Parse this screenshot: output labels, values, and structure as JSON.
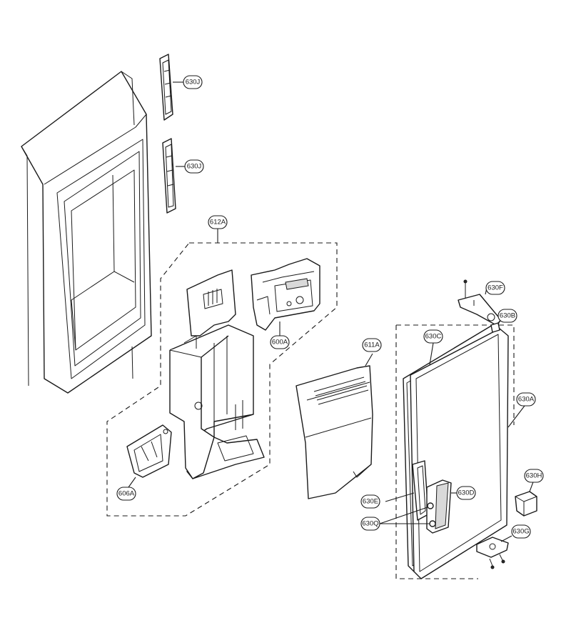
{
  "colors": {
    "line": "#1a1a1a",
    "background": "#ffffff",
    "shade": "#d9d9d9"
  },
  "callouts": {
    "p630J_top": "630J",
    "p630J_bottom": "630J",
    "p612A": "612A",
    "p600A": "600A",
    "p611A": "611A",
    "p606A": "606A",
    "p630F": "630F",
    "p630B": "630B",
    "p630C": "630C",
    "p630A": "630A",
    "p630H": "630H",
    "p630D": "630D",
    "p630E": "630E",
    "p630Q": "630Q",
    "p630G": "630G"
  }
}
